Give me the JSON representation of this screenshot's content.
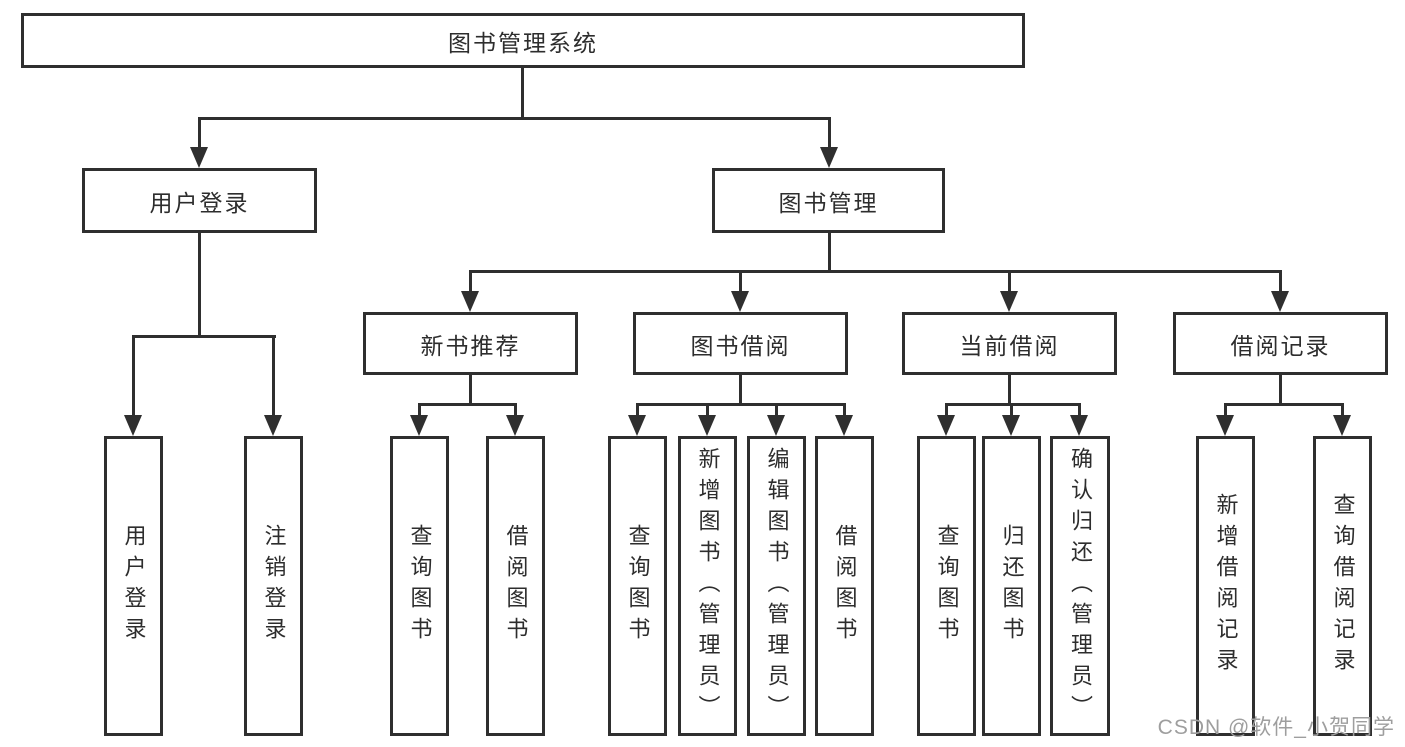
{
  "diagram": {
    "title": "图书管理系统",
    "level2": {
      "user_login": "用户登录",
      "book_management": "图书管理"
    },
    "level3": {
      "new_book_recommend": "新书推荐",
      "book_borrow": "图书借阅",
      "current_borrow": "当前借阅",
      "borrow_record": "借阅记录"
    },
    "leaves": {
      "user_login": [
        "用户登录",
        "注销登录"
      ],
      "new_book_recommend": [
        "查询图书",
        "借阅图书"
      ],
      "book_borrow": [
        "查询图书",
        "新增图书（管理员）",
        "编辑图书（管理员）",
        "借阅图书"
      ],
      "current_borrow": [
        "查询图书",
        "归还图书",
        "确认归还（管理员）"
      ],
      "borrow_record": [
        "新增借阅记录",
        "查询借阅记录"
      ]
    }
  },
  "watermark": "CSDN @软件_小贺同学",
  "colors": {
    "line": "#2f2f2f",
    "text": "#2d2d2d",
    "watermark": "#9e9e9e",
    "background": "#ffffff"
  }
}
